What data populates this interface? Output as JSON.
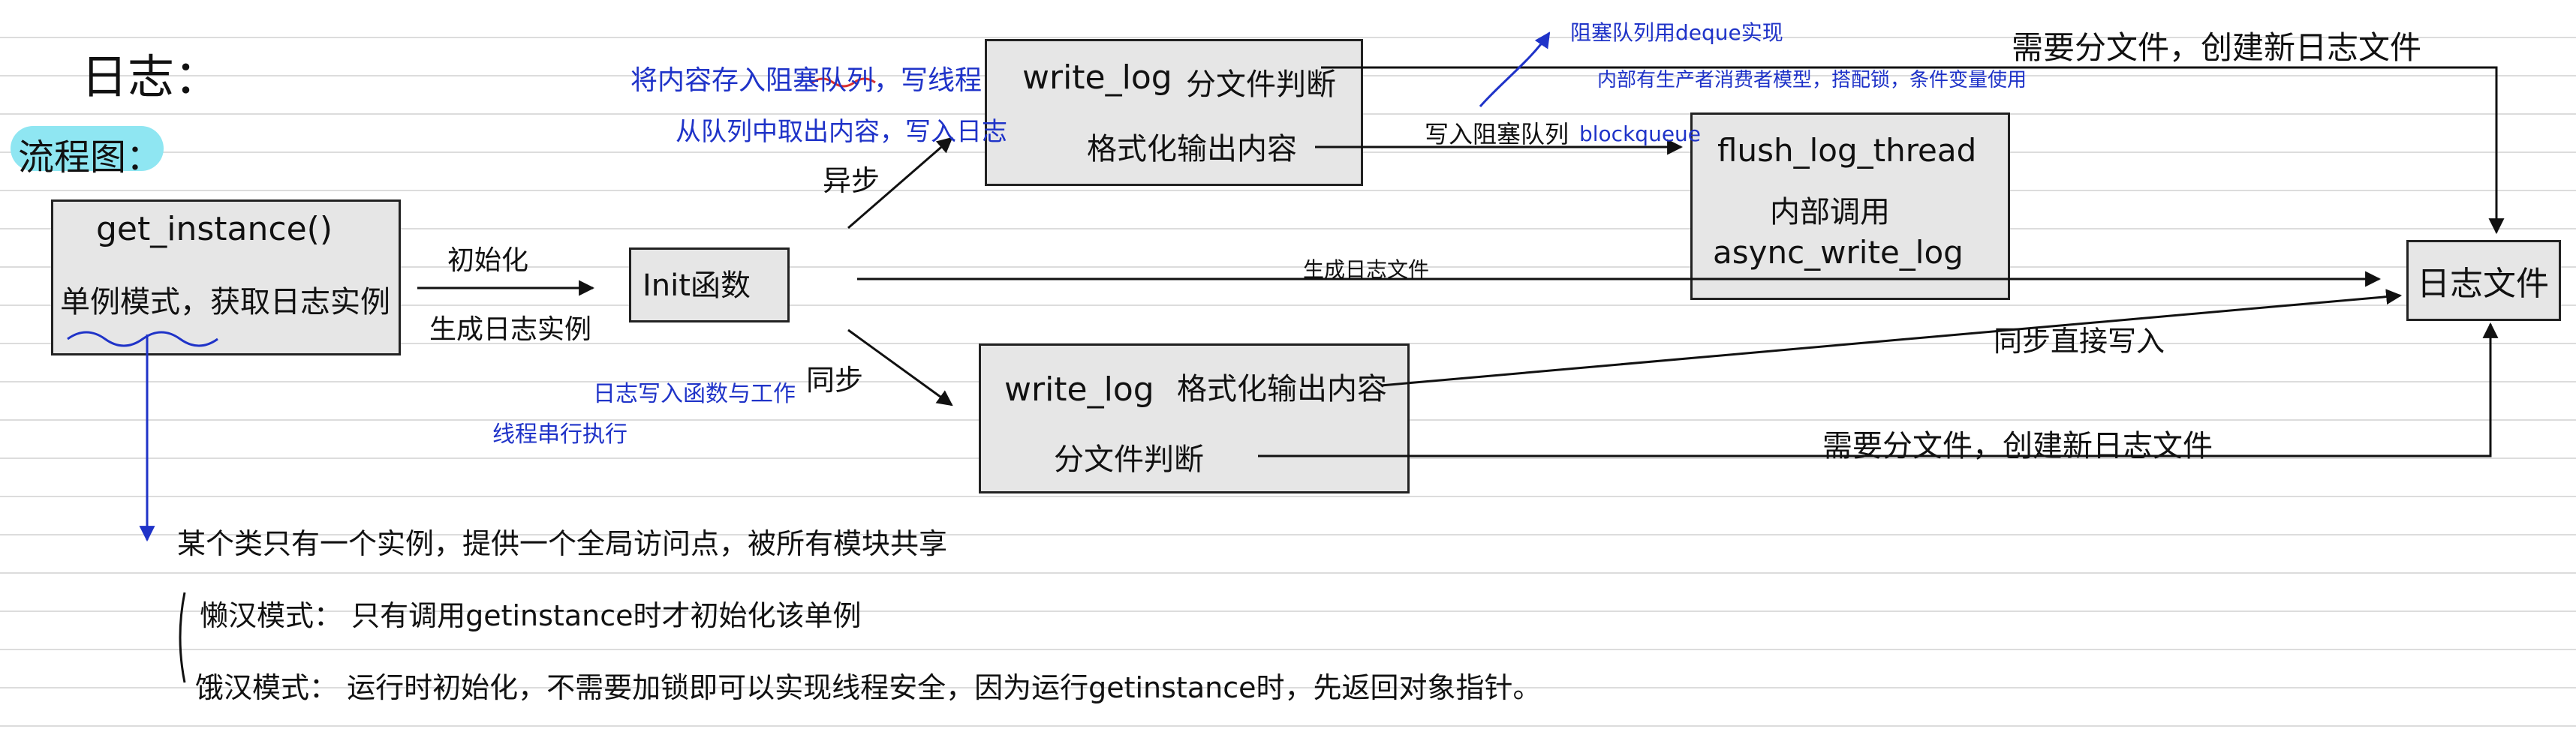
{
  "title": "日志：",
  "flow_title": "流程图：",
  "colors": {
    "ink": "#111111",
    "pen_blue": "#1f33c8",
    "box_fill": "#e6e6e6",
    "highlight": "#8fe6f2",
    "wave": "#1f33c8"
  },
  "boxes": {
    "get_instance": {
      "line1": "get_instance()",
      "line2": "单例模式，获取日志实例"
    },
    "init": {
      "label": "Init函数"
    },
    "write_log_async": {
      "title": "write_log",
      "split": "分文件判断",
      "format": "格式化输出内容"
    },
    "flush": {
      "line1": "flush_log_thread",
      "line2": "内部调用",
      "line3": "async_write_log"
    },
    "write_log_sync": {
      "title": "write_log",
      "format": "格式化输出内容",
      "split": "分文件判断"
    },
    "log_file": {
      "label": "日志文件"
    }
  },
  "edge_labels": {
    "init_top": "初始化",
    "init_bottom": "生成日志实例",
    "async": "异步",
    "sync": "同步",
    "create_file": "生成日志文件",
    "write_queue": "写入阻塞队列",
    "blockqueue": "blockqueue",
    "direct_write": "同步直接写入",
    "need_split_top": "需要分文件，创建新日志文件",
    "need_split_bottom": "需要分文件，创建新日志文件"
  },
  "annotations": {
    "async_note1": "将内容存入阻塞队列，写线程",
    "async_note2": "从队列中取出内容，写入日志",
    "queue_note1": "阻塞队列用deque实现",
    "queue_note2": "内部有生产者消费者模型，搭配锁，条件变量使用",
    "sync_note1": "日志写入函数与工作",
    "sync_note2": "线程串行执行"
  },
  "notes": {
    "singleton": "某个类只有一个实例，提供一个全局访问点，被所有模块共享",
    "lazy": "懒汉模式：  只有调用getinstance时才初始化该单例",
    "hungry": "饿汉模式：  运行时初始化，不需要加锁即可以实现线程安全，因为运行getinstance时，先返回对象指针。"
  }
}
